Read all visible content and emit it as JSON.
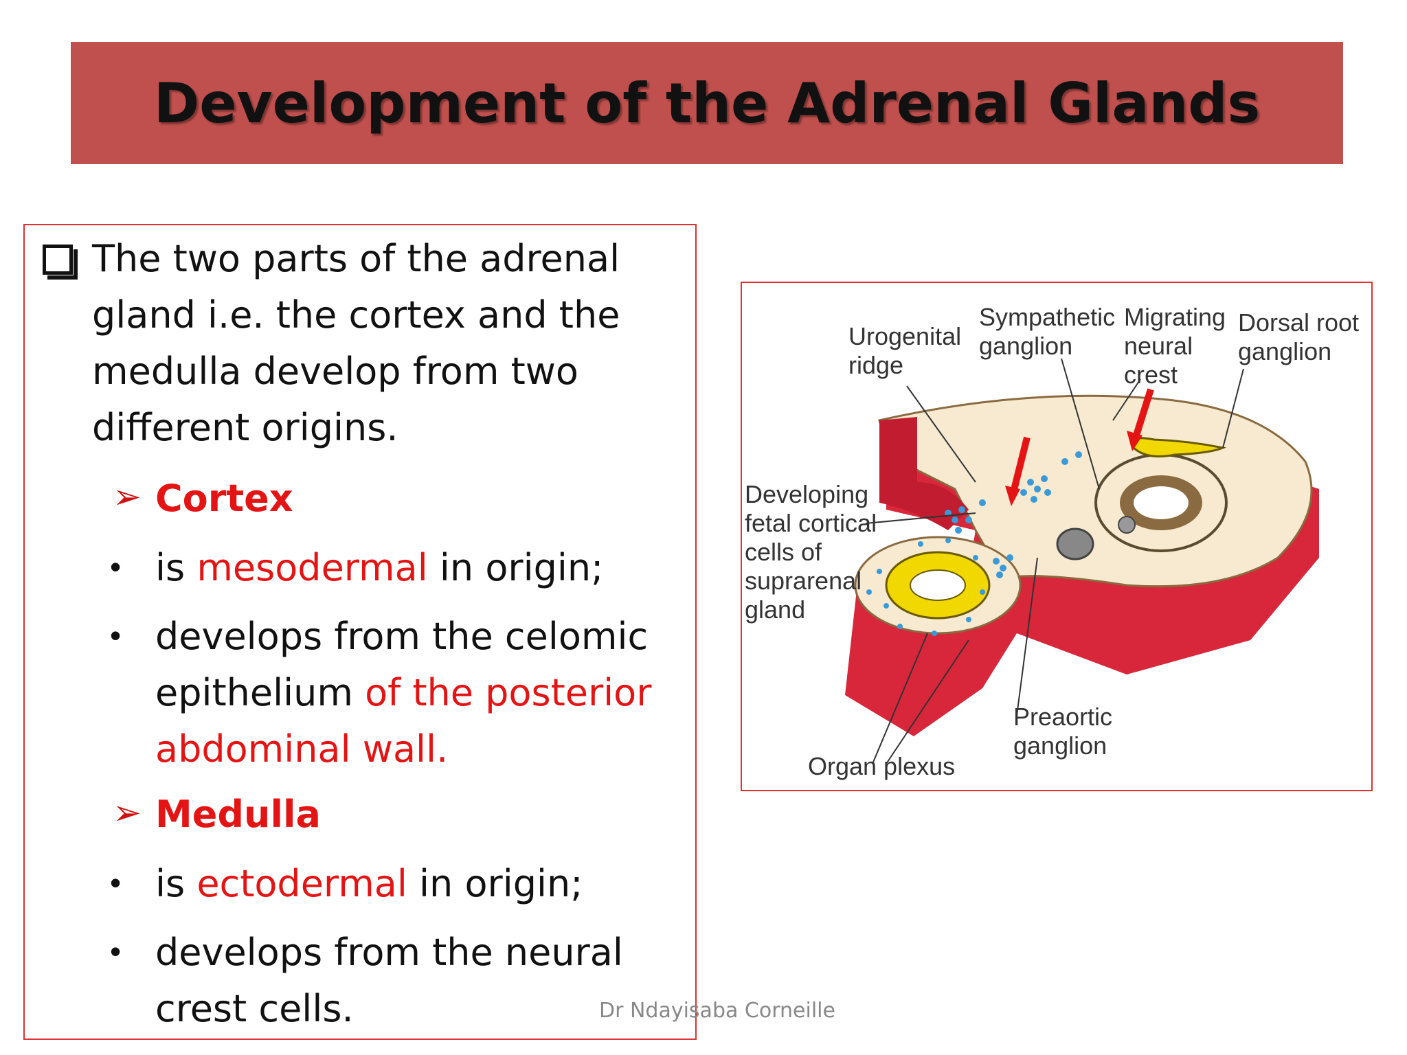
{
  "slide": {
    "title": "Development of the Adrenal Glands",
    "intro": {
      "line1": "The two parts of the adrenal",
      "line2": "gland i.e. the cortex and the",
      "line3": "medulla develop from two",
      "line4": "different origins."
    },
    "cortex": {
      "heading": "Cortex",
      "b1_a": "is ",
      "b1_b": "mesodermal",
      "b1_c": " in origin;",
      "b2_l1": "develops from the celomic",
      "b2_l2a": "epithelium ",
      "b2_l2b": "of the posterior",
      "b2_l3": "abdominal wall."
    },
    "medulla": {
      "heading": "Medulla",
      "b1_a": "is ",
      "b1_b": "ectodermal",
      "b1_c": " in origin;",
      "b2_l1": "develops from the neural",
      "b2_l2": "crest cells."
    },
    "footer": "Dr Ndayisaba Corneille"
  },
  "figure": {
    "labels": {
      "urogenital_1": "Urogenital",
      "urogenital_2": "ridge",
      "sympathetic_1": "Sympathetic",
      "sympathetic_2": "ganglion",
      "migrating_1": "Migrating",
      "migrating_2": "neural",
      "migrating_3": "crest",
      "dorsal_1": "Dorsal root",
      "dorsal_2": "ganglion",
      "developing_1": "Developing",
      "developing_2": "fetal cortical",
      "developing_3": "cells of",
      "developing_4": "suprarenal",
      "developing_5": "gland",
      "preaortic_1": "Preaortic",
      "preaortic_2": "ganglion",
      "organ_plexus": "Organ plexus"
    }
  },
  "colors": {
    "title_bar": "#c0504d",
    "accent_red": "#e41414",
    "box_border": "#e03030",
    "tissue_red": "#d8263a",
    "tissue_top": "#f7ead0",
    "dots": "#3a9ad9",
    "yellow": "#f0d800"
  }
}
